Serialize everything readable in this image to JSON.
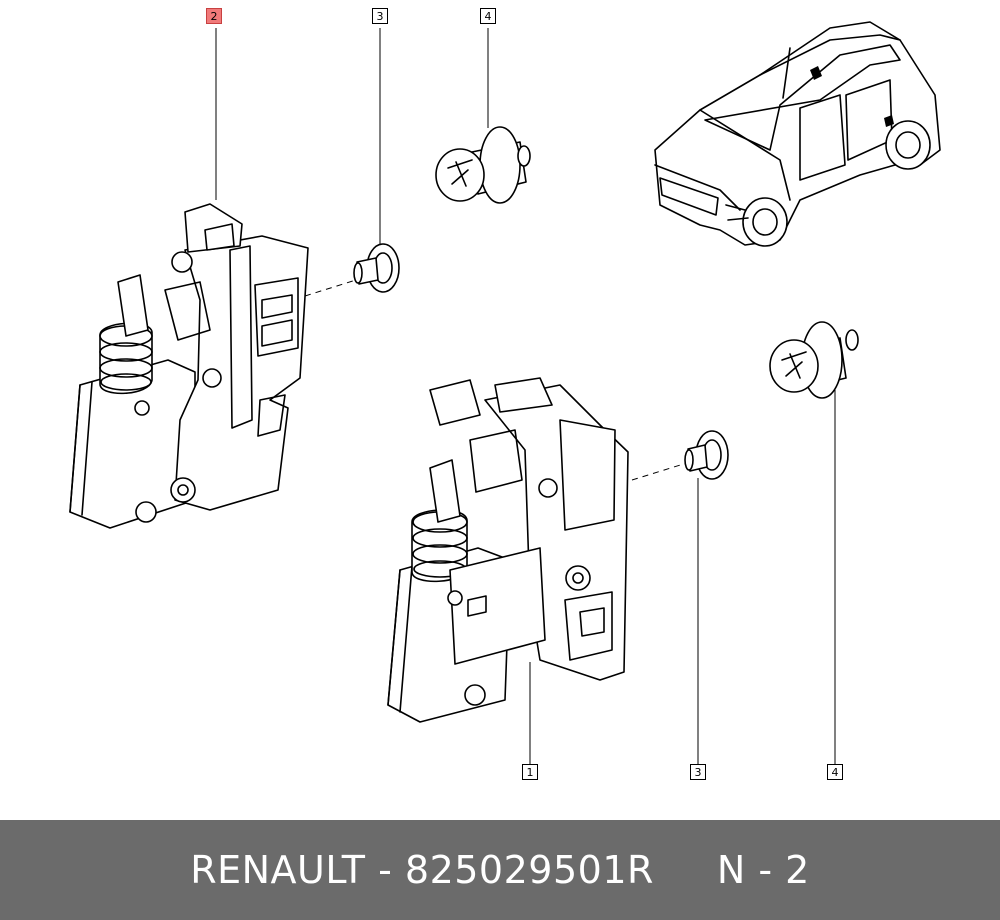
{
  "callouts": {
    "part2_top": "2",
    "part3_top": "3",
    "part4_top": "4",
    "part1_bottom": "1",
    "part3_bottom": "3",
    "part4_bottom": "4"
  },
  "colors": {
    "highlight": "#f07a7a",
    "footer_bg": "#6b6b6b",
    "footer_text": "#ffffff"
  },
  "footer": {
    "brand": "RENAULT",
    "separator": "-",
    "part_number": "825029501R",
    "position": "N - 2"
  }
}
